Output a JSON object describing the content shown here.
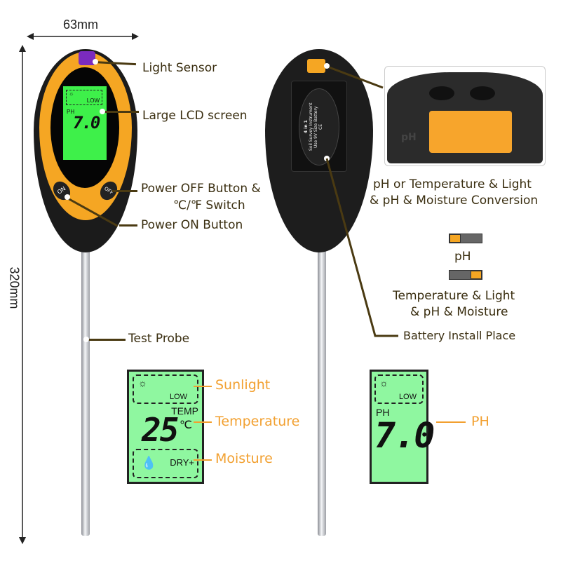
{
  "dimensions": {
    "width_label": "63mm",
    "height_label": "320mm"
  },
  "front_device": {
    "lcd": {
      "unit": "PH",
      "value": "7.0",
      "light_level": "LOW"
    },
    "buttons": {
      "on": "ON",
      "off": "OFF"
    }
  },
  "callouts": {
    "light_sensor": "Light Sensor",
    "lcd_screen": "Large LCD screen",
    "power_off_line1": "Power  OFF Button &",
    "power_off_line2": "℃/℉ Switch",
    "power_on": "Power ON Button",
    "test_probe": "Test Probe",
    "battery": "Battery Install Place"
  },
  "back_device": {
    "label_line1": "4 in 1",
    "label_line2": "Soil Survey Instrument",
    "label_line3": "Use 9V Size Battery",
    "mark": "CE"
  },
  "switch": {
    "inset_label": "pH",
    "conversion_line1": "pH or Temperature & Light",
    "conversion_line2": "& pH & Moisture Conversion",
    "mode_ph": "pH",
    "mode_all_line1": "Temperature & Light",
    "mode_all_line2": "& pH & Moisture"
  },
  "lcd_detail_1": {
    "level": "LOW",
    "temp_label": "TEMP",
    "temp_value": "25",
    "temp_unit": "℃",
    "moisture_level": "DRY+",
    "labels": {
      "sunlight": "Sunlight",
      "temperature": "Temperature",
      "moisture": "Moisture"
    }
  },
  "lcd_detail_2": {
    "level": "LOW",
    "unit": "PH",
    "value": "7.0",
    "label": "PH"
  },
  "colors": {
    "accent_orange": "#f2a030",
    "body_orange": "#f5a623",
    "lcd_green": "#8ff7a0",
    "text_brown": "#3a2e10"
  }
}
